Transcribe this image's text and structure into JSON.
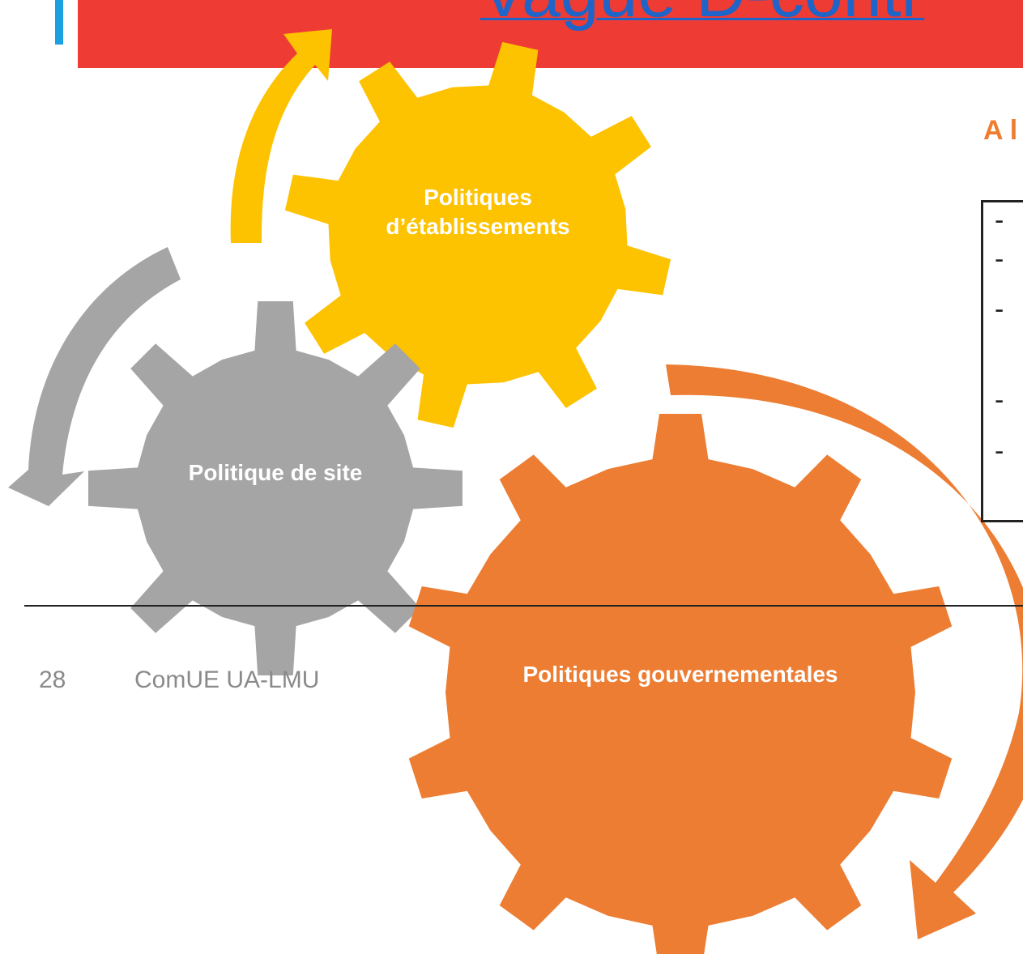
{
  "header": {
    "title_fragment": "Vague D-contr",
    "colors": {
      "banner": "#ee3b33",
      "accent": "#1ba1e2",
      "title": "#1f64c8"
    }
  },
  "side_panel": {
    "heading_fragment": "A l",
    "bullets": [
      "-",
      "-",
      "-",
      "-",
      "-"
    ]
  },
  "gears": [
    {
      "label": "Politiques d’établissements",
      "color": "#fdc200"
    },
    {
      "label": "Politique de site",
      "color": "#a5a5a5"
    },
    {
      "label": "Politiques gouvernementales",
      "color": "#ec7d33"
    }
  ],
  "arrows": [
    {
      "name": "yellow-arrow",
      "color": "#fdc200"
    },
    {
      "name": "gray-arrow",
      "color": "#a5a5a5"
    },
    {
      "name": "orange-arrow",
      "color": "#ec7d33"
    }
  ],
  "footer": {
    "page_number": "28",
    "text": "ComUE UA-LMU"
  }
}
